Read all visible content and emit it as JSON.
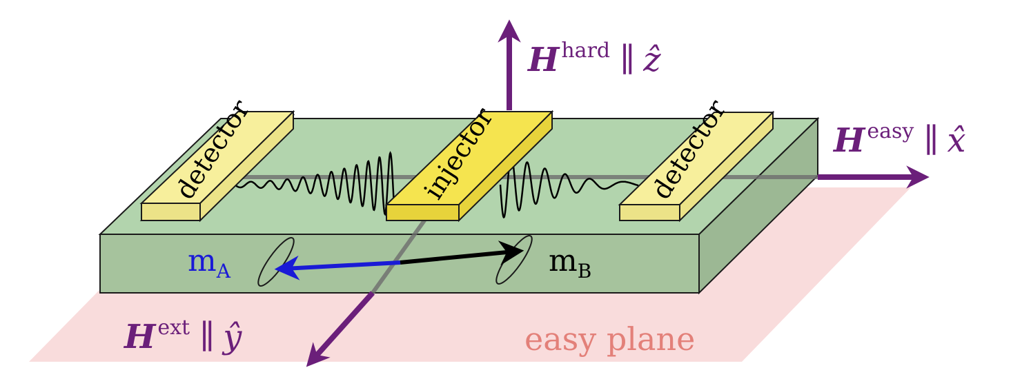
{
  "labels": {
    "detector_left": "detector",
    "injector": "injector",
    "detector_right": "detector",
    "easy_plane": "easy plane"
  },
  "fields": {
    "hard": {
      "symbol": "H",
      "superscript": "hard",
      "relation": "∥",
      "axis": "ẑ"
    },
    "easy": {
      "symbol": "H",
      "superscript": "easy",
      "relation": "∥",
      "axis": "x̂"
    },
    "ext": {
      "symbol": "H",
      "superscript": "ext",
      "relation": "∥",
      "axis": "ŷ"
    }
  },
  "sublattices": {
    "a": {
      "main": "m",
      "sub": "A"
    },
    "b": {
      "main": "m",
      "sub": "B"
    }
  },
  "colors": {
    "field_arrow": "#6b1f7a",
    "slab_top": "#b2d4ad",
    "slab_front": "#a6c39d",
    "slab_side": "#9cb894",
    "plane": "#f9dcdc",
    "plane_text": "#e38079",
    "detector": "#f7ef9c",
    "detector_side": "#ece388",
    "injector": "#f5e44f",
    "injector_side": "#e7d33b",
    "m_a": "#1a1ad6",
    "m_b": "#000000"
  }
}
